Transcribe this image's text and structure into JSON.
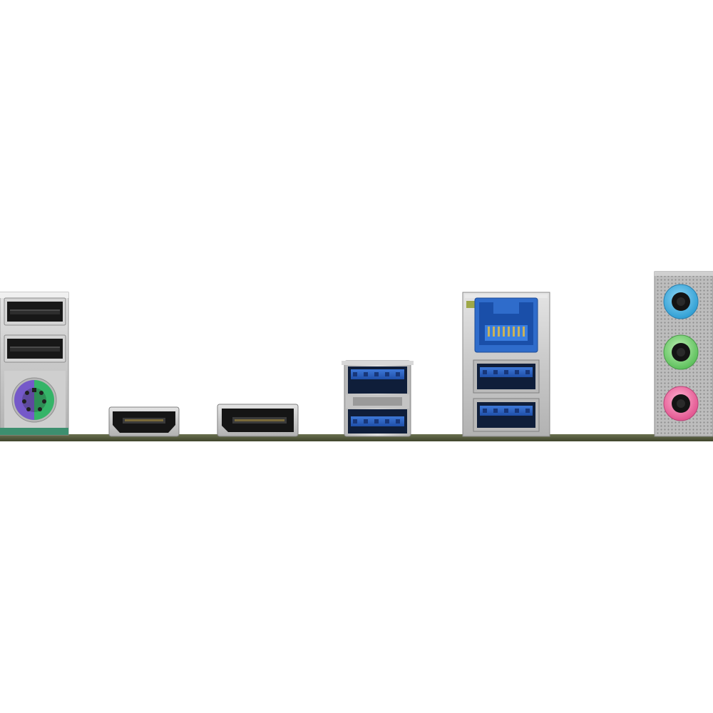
{
  "scene": {
    "subject": "motherboard-rear-io-panel",
    "background": "#ffffff",
    "pcb_color": "#5b6240"
  },
  "ports": [
    {
      "name": "usb2-port-top",
      "kind": "usb-a",
      "color": "#1a1a1a"
    },
    {
      "name": "usb2-port-bottom",
      "kind": "usb-a",
      "color": "#1a1a1a"
    },
    {
      "name": "ps2-combo-port",
      "kind": "ps2",
      "colors": [
        "#7b5ec8",
        "#3fb36a"
      ]
    },
    {
      "name": "hdmi-port",
      "kind": "hdmi",
      "color": "#1a1a1a"
    },
    {
      "name": "displayport-port",
      "kind": "displayport",
      "color": "#1a1a1a"
    },
    {
      "name": "usb3-port-top",
      "kind": "usb-a",
      "color": "#2a62c4"
    },
    {
      "name": "usb3-port-bottom",
      "kind": "usb-a",
      "color": "#2a62c4"
    },
    {
      "name": "rj45-lan-port",
      "kind": "ethernet",
      "color": "#3a7ad8"
    },
    {
      "name": "usb3-port-lan-top",
      "kind": "usb-a",
      "color": "#2a62c4"
    },
    {
      "name": "usb3-port-lan-bottom",
      "kind": "usb-a",
      "color": "#2a62c4"
    },
    {
      "name": "audio-jack-line-in",
      "kind": "3.5mm",
      "color": "#46b0e2"
    },
    {
      "name": "audio-jack-line-out",
      "kind": "3.5mm",
      "color": "#7fd07c"
    },
    {
      "name": "audio-jack-mic",
      "kind": "3.5mm",
      "color": "#f06ea6"
    }
  ]
}
